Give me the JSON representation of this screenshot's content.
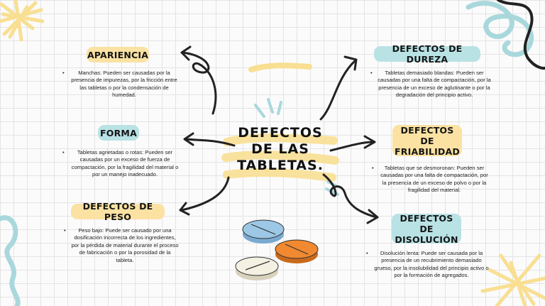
{
  "center": {
    "line1": "DEFECTOS",
    "line2": "DE LAS",
    "line3": "TABLETAS."
  },
  "nodes": {
    "apariencia": {
      "title": "APARIENCIA",
      "bullet": "•",
      "text": "Manchas: Pueden ser causadas por la presencia de impurezas, por la fricción entre las tabletas o por la condensación de humedad."
    },
    "forma": {
      "title": "FORMA",
      "bullet": "•",
      "text": "Tabletas agrietadas o rotas: Pueden ser causadas por un exceso de fuerza de compactación, por la fragilidad del material o por un manejo inadecuado."
    },
    "peso": {
      "title": "DEFECTOS DE PESO",
      "bullet": "•",
      "text": "Peso bajo: Puede ser causado por una dosificación incorrecta de los ingredientes, por la pérdida de material durante el proceso de fabricación o por la porosidad de la tableta."
    },
    "dureza": {
      "title": "DEFECTOS DE DUREZA",
      "bullet": "•",
      "text": "Tabletas demasiado blandas: Pueden ser causadas por una falta de compactación, por la presencia de un exceso de aglutinante o por la degradación del principio activo."
    },
    "friabilidad": {
      "title_line1": "DEFECTOS DE",
      "title_line2": "FRIABILIDAD",
      "bullet": "•",
      "text": "Tabletas que se desmoronan: Pueden ser causadas por una falta de compactación, por la presencia de un exceso de polvo o por la fragilidad del material."
    },
    "disolucion": {
      "title_line1": "DEFECTOS DE",
      "title_line2": "DISOLUCIÓN",
      "bullet": "•",
      "text": "Disolución lenta: Puede ser causada por la presencia de un recubrimiento demasiado grueso, por la insolubilidad del principio activo o por la formación de agregados."
    }
  },
  "colors": {
    "yellow_badge": "#fbe2a3",
    "blue_badge": "#b9e2e5",
    "scribble_yellow": "#f8df92",
    "scribble_blue": "#a9d8dc",
    "pill_blue": "#9cc8e6",
    "pill_orange": "#f0892f",
    "pill_white": "#f4f0e2",
    "arrow": "#222222"
  },
  "icons": [
    "curly-arrow-icon",
    "tablet-pill-icon",
    "scribble-decoration-icon"
  ]
}
